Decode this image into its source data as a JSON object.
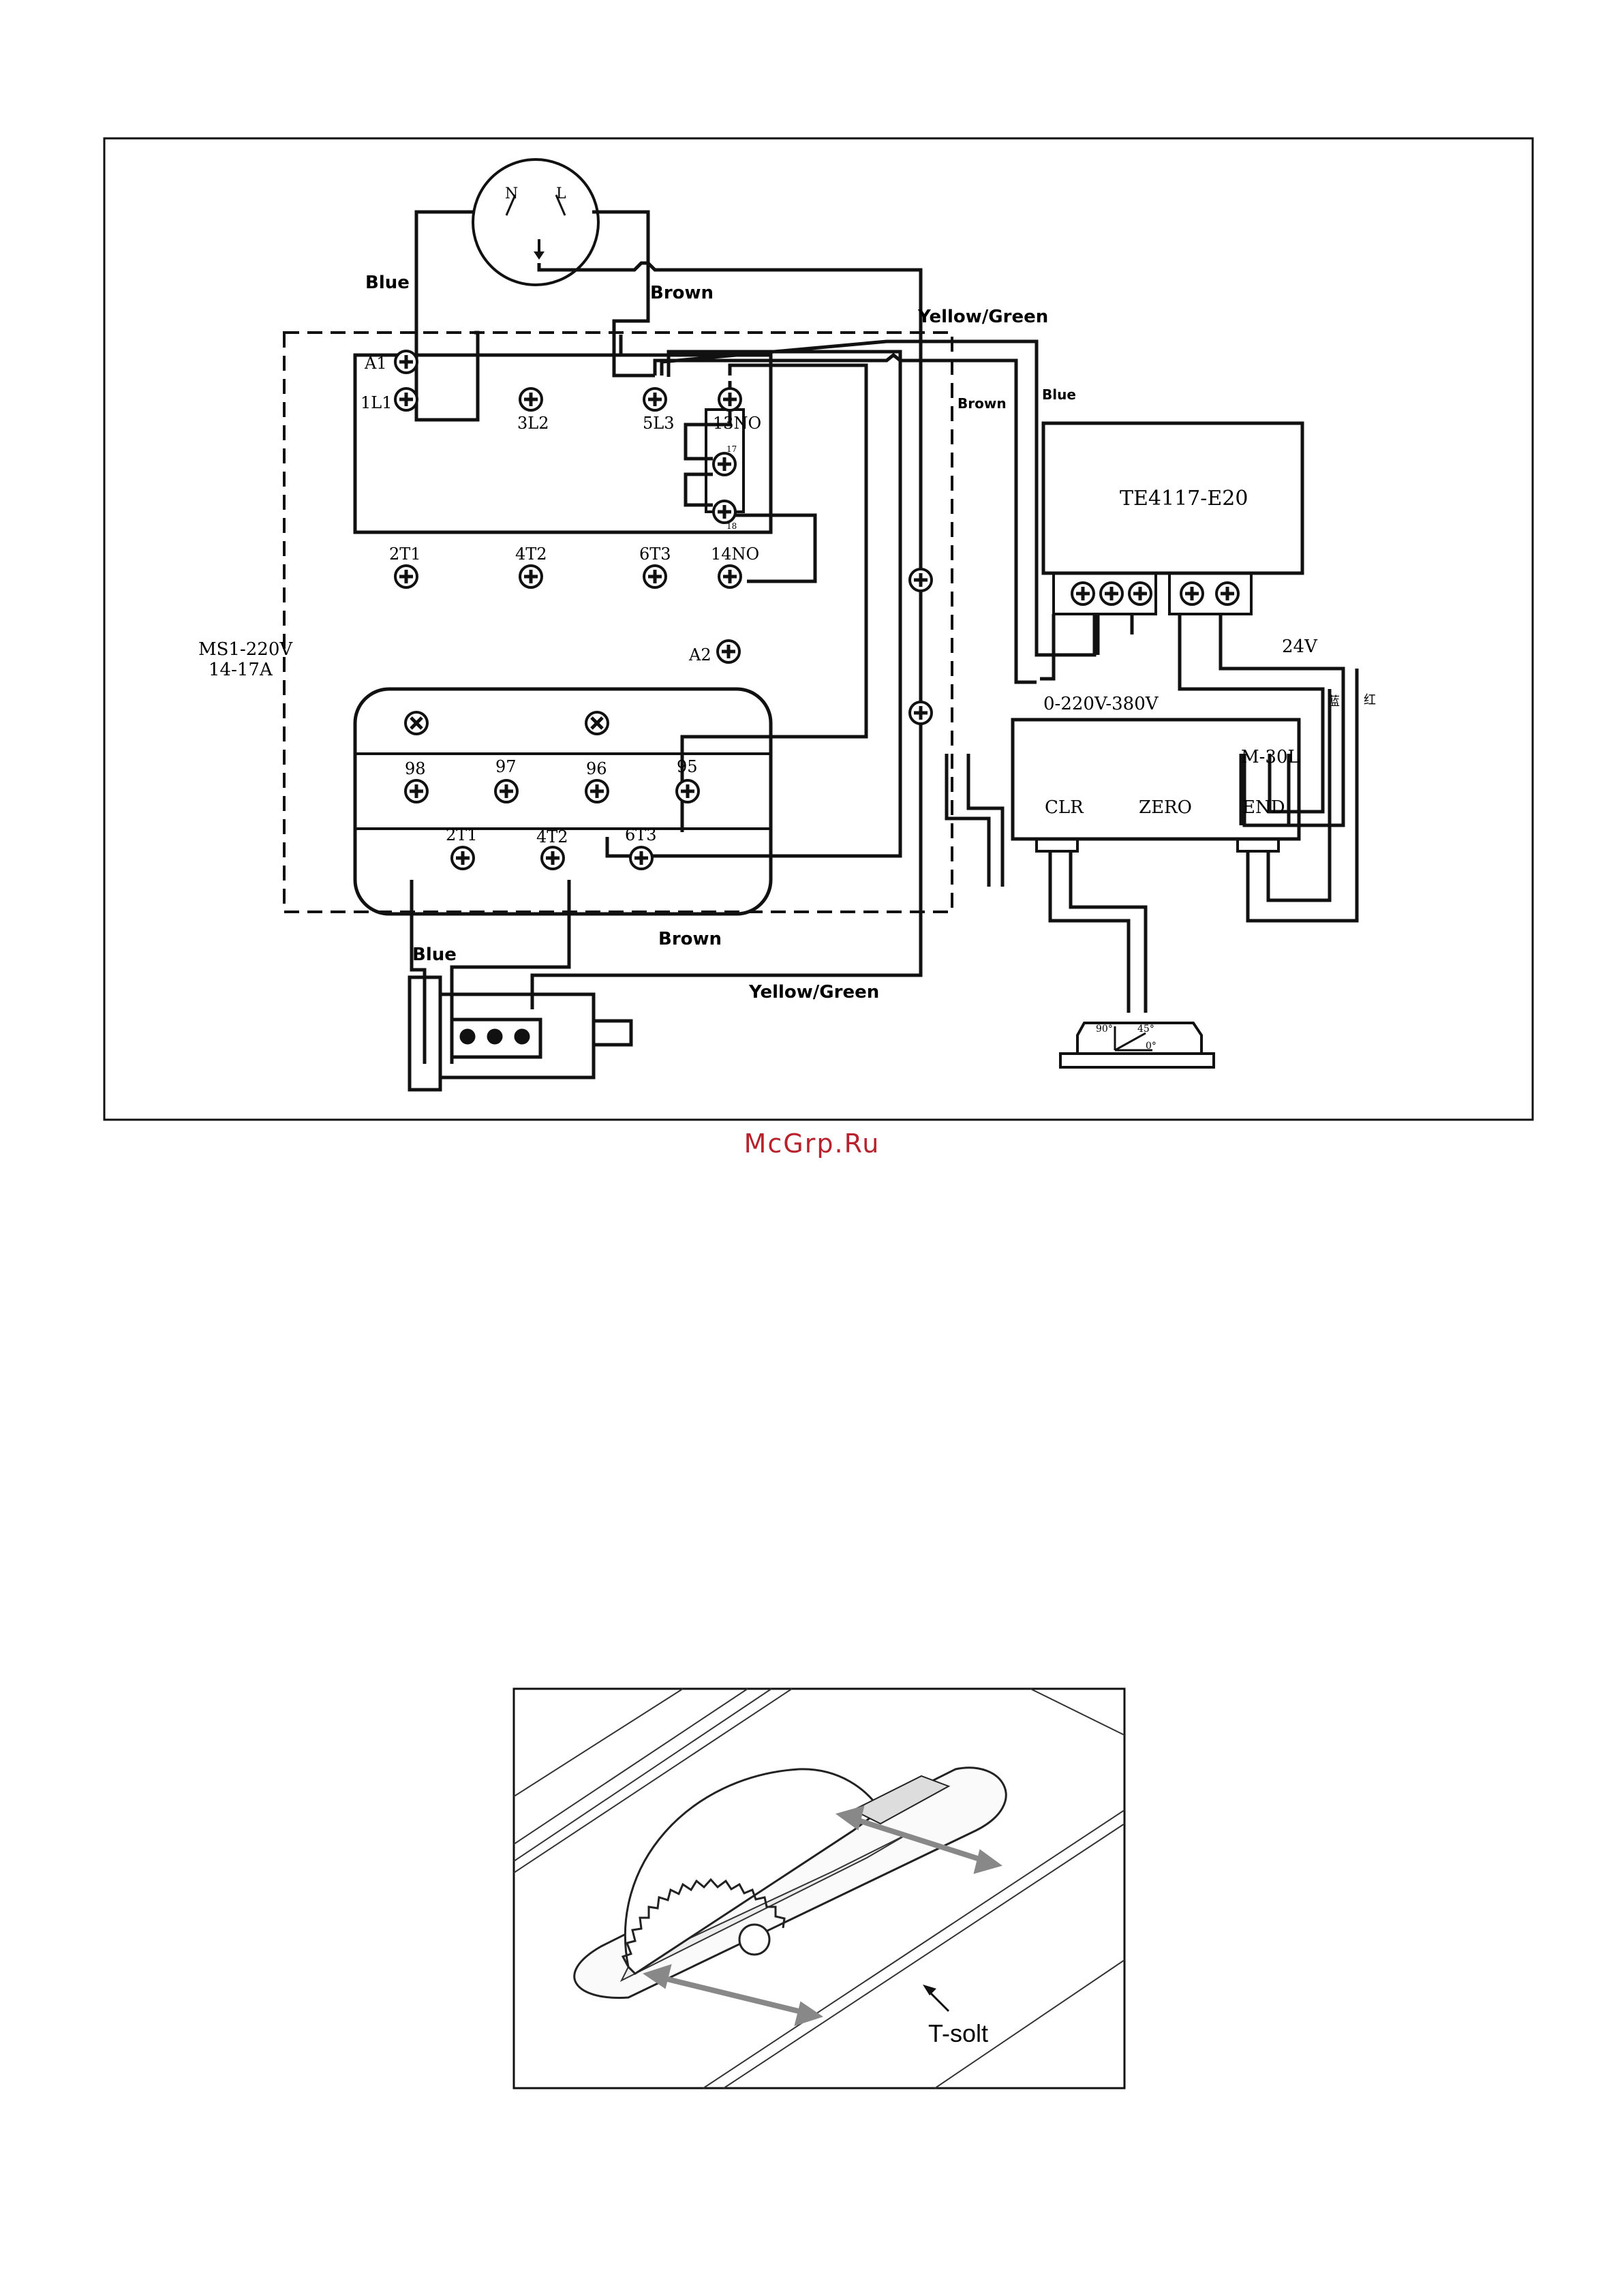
{
  "wiring": {
    "plug": {
      "n": "N",
      "l": "L"
    },
    "wire_colors": {
      "blue_top": "Blue",
      "brown_top": "Brown",
      "yellow_green_top": "Yellow/Green",
      "brown_right": "Brown",
      "blue_right": "Blue",
      "blue_motor": "Blue",
      "brown_motor": "Brown",
      "yellow_green_motor": "Yellow/Green"
    },
    "contactor": {
      "a1": "A1",
      "a2": "A2",
      "top_terminals": [
        "1L1",
        "3L2",
        "5L3",
        "13NO"
      ],
      "bottom_terminals": [
        "2T1",
        "4T2",
        "6T3",
        "14NO"
      ],
      "aux_small": [
        "17",
        "18"
      ]
    },
    "relay": {
      "mid_terminals": [
        "98",
        "97",
        "96",
        "95"
      ],
      "bottom_terminals": [
        "2T1",
        "4T2",
        "6T3"
      ]
    },
    "switch_label": {
      "line1": "MS1-220V",
      "line2": "14-17A"
    },
    "timer": {
      "model": "TE4117-E20",
      "voltage": "24V",
      "blue_cn": "蓝",
      "red_cn": "红"
    },
    "meter": {
      "range": "0-220V-380V",
      "model": "M-30L",
      "clr": "CLR",
      "zero": "ZERO",
      "end": "END"
    },
    "angle_sensor": {
      "a90": "90°",
      "a45": "45°",
      "a0": "0°"
    }
  },
  "watermark": "McGrp.Ru",
  "tslot": {
    "label": "T-solt"
  },
  "colors": {
    "line": "#111111",
    "watermark": "#b8222d"
  }
}
